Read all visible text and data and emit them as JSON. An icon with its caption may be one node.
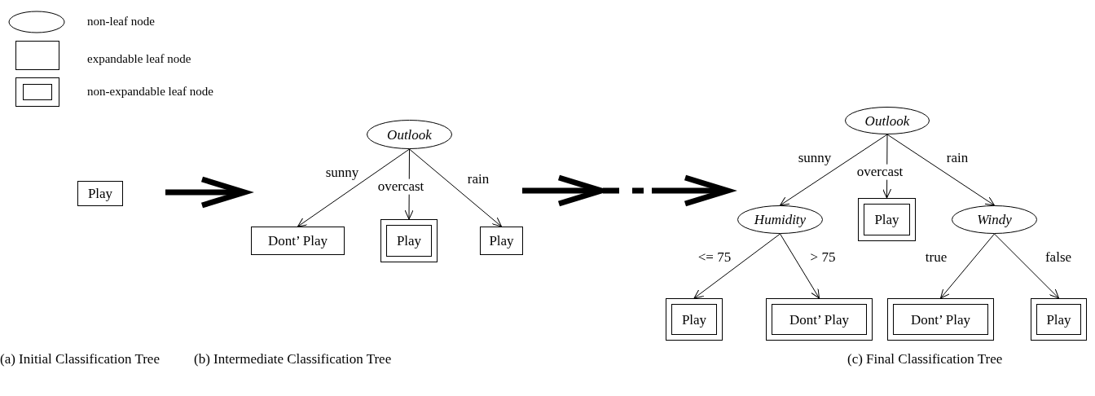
{
  "diagram": {
    "nodes": [
      {
        "text": [
          "Play"
        ]
      },
      {
        "text": [
          "Outlook"
        ]
      },
      {
        "text": [
          "Dont’ Play"
        ]
      },
      {
        "text": [
          "Play"
        ]
      },
      {
        "text": [
          "Play"
        ]
      },
      {
        "text": [
          "Outlook"
        ]
      },
      {
        "text": [
          "Humidity"
        ]
      },
      {
        "text": [
          "Play"
        ]
      },
      {
        "text": [
          "Windy"
        ]
      },
      {
        "text": [
          "Play"
        ]
      },
      {
        "text": [
          "Dont’ Play"
        ]
      },
      {
        "text": [
          "Dont’ Play"
        ]
      },
      {
        "text": [
          "Play"
        ]
      }
    ],
    "edges": [
      {
        "from": 1,
        "to": 2,
        "arrow": "to",
        "label": "sunny"
      },
      {
        "from": 1,
        "to": 3,
        "arrow": "to",
        "label": "overcast"
      },
      {
        "from": 1,
        "to": 4,
        "arrow": "to",
        "label": "rain"
      },
      {
        "from": 5,
        "to": 6,
        "arrow": "to",
        "label": "sunny"
      },
      {
        "from": 5,
        "to": 7,
        "arrow": "to",
        "label": "overcast"
      },
      {
        "from": 5,
        "to": 8,
        "arrow": "to",
        "label": "rain"
      },
      {
        "from": 6,
        "to": 9,
        "arrow": "to",
        "label": "<= 75"
      },
      {
        "from": 6,
        "to": 10,
        "arrow": "to",
        "label": "> 75"
      },
      {
        "from": 8,
        "to": 11,
        "arrow": "to",
        "label": "true"
      },
      {
        "from": 8,
        "to": 12,
        "arrow": "to",
        "label": "false"
      }
    ],
    "labels": [
      "(a) Initial Classification Tree",
      "(b) Intermediate Classification Tree",
      "(c) Final Classification Tree"
    ],
    "legend": [
      {
        "text": "non-leaf node"
      },
      {
        "text": "expandable leaf node"
      },
      {
        "text": "non-expandable leaf node"
      }
    ]
  }
}
